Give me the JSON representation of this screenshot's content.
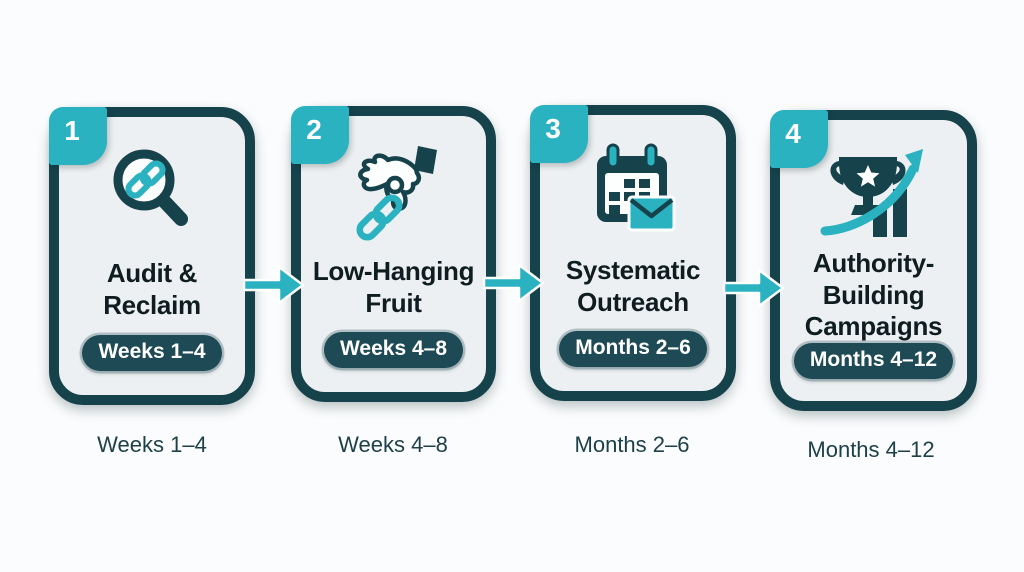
{
  "colors": {
    "accent_teal": "#2bb2c0",
    "dark_teal_border": "#16424c",
    "pill_background": "#1d4a54",
    "card_background": "#edf0f2",
    "page_background": "#fbfcfd",
    "title_text": "#0f1d21",
    "timeline_label_text": "#1d4049"
  },
  "steps": [
    {
      "number": "1",
      "title": "Audit &\nReclaim",
      "pill_label": "Weeks 1–4",
      "bottom_label": "Weeks 1–4",
      "icon": "magnifier-link-icon"
    },
    {
      "number": "2",
      "title": "Low-Hanging\nFruit",
      "pill_label": "Weeks 4–8",
      "bottom_label": "Weeks 4–8",
      "icon": "hand-picking-link-icon"
    },
    {
      "number": "3",
      "title": "Systematic\nOutreach",
      "pill_label": "Months 2–6",
      "bottom_label": "Months 2–6",
      "icon": "calendar-email-icon"
    },
    {
      "number": "4",
      "title": "Authority-\nBuilding\nCampaigns",
      "pill_label": "Months 4–12",
      "bottom_label": "Months 4–12",
      "icon": "trophy-growth-icon"
    }
  ]
}
